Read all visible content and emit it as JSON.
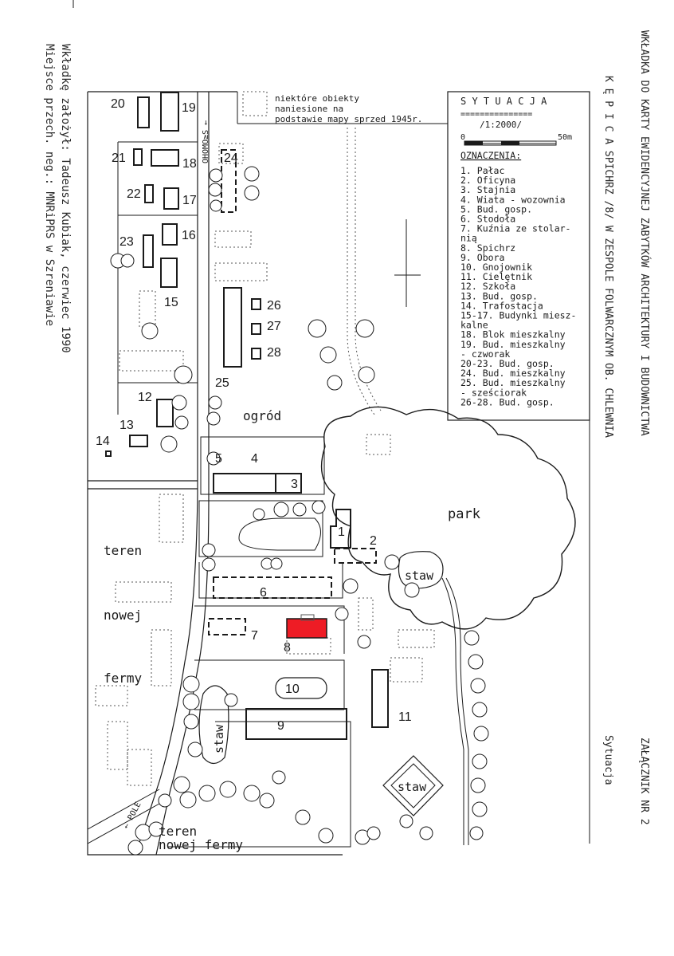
{
  "header": {
    "title_line1": "WKŁADKA DO KARTY EWIDENCYJNEJ ZABYTKÓW ARCHITEKTURY I BUDOWNICTWA",
    "title_line2": "K Ę P I C A      SPICHRZ /8/ W ZESPOLE FOLWARCZNYM OB. CHLEWNIA",
    "annex": "ZAŁĄCZNIK NR  2",
    "annex_sub": "Sytuacja"
  },
  "credits": {
    "line1": "Wkładkę założył: Tadeusz Kubiak, czerwiec 1990",
    "line2": "Miejsce przech. neg.: MNRiPRS w Szreniawie"
  },
  "note": {
    "line1": "niektóre obiekty",
    "line2": "naniesione na",
    "line3": "podstawie mapy sprzed 1945r."
  },
  "legend": {
    "title": "S Y T U A C J A",
    "underline": "===============",
    "scale": "/1:2000/",
    "scale_zero": "0",
    "scale_end": "50m",
    "heading": "OZNACZENIA:",
    "items": [
      "1. Pałac",
      "2. Oficyna",
      "3. Stajnia",
      "4. Wiata - wozownia",
      "5. Bud. gosp.",
      "6. Stodoła",
      "7. Kuźnia ze stolar-",
      "    nią",
      "8. Spichrz",
      "9. Obora",
      "10. Gnojownik",
      "11. Cielętnik",
      "12. Szkoła",
      "13. Bud. gosp.",
      "14. Trafostacja",
      "15-17. Budynki miesz-",
      "    kalne",
      "18. Blok mieszkalny",
      "19. Bud. mieszkalny",
      "    - czworak",
      "20-23. Bud. gosp.",
      "24. Bud. mieszkalny",
      "25. Bud. mieszkalny",
      "    - sześciorak",
      "26-28. Bud. gosp."
    ]
  },
  "map_labels": {
    "ogrod": "ogród",
    "park": "park",
    "staw": "staw",
    "teren": "teren",
    "nowej": "nowej",
    "fermy": "fermy",
    "teren_bottom": "teren",
    "nowej_fermy": "nowej fermy",
    "road_north": "OHOMO≥S ←",
    "road_south": "← POLE",
    "numbers": [
      "1",
      "2",
      "3",
      "4",
      "5",
      "6",
      "7",
      "8",
      "9",
      "10",
      "11",
      "12",
      "13",
      "14",
      "15",
      "16",
      "17",
      "18",
      "19",
      "20",
      "21",
      "22",
      "23",
      "24",
      "25",
      "26",
      "27",
      "28"
    ]
  },
  "colors": {
    "highlight": "#ee1c25",
    "ink": "#1a1a1a"
  }
}
